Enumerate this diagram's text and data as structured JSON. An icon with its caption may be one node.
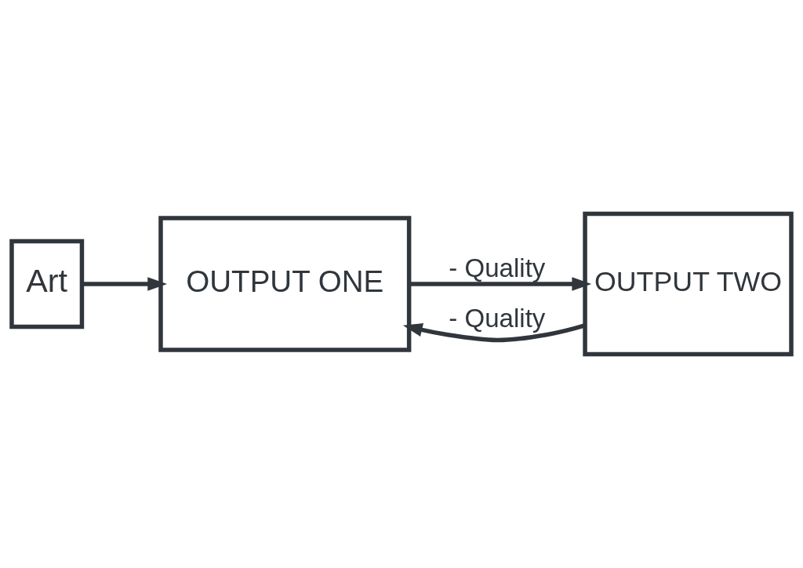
{
  "diagram": {
    "nodes": [
      {
        "text": [
          "Art"
        ]
      },
      {
        "text": [
          "OUTPUT ONE"
        ]
      },
      {
        "text": [
          "OUTPUT TWO"
        ]
      }
    ],
    "edges": [
      {
        "from": 0,
        "to": 1,
        "arrow": "to"
      },
      {
        "from": 1,
        "to": 2,
        "arrow": "to",
        "label": "- Quality"
      },
      {
        "from": 2,
        "to": 1,
        "arrow": "to",
        "label": "- Quality"
      }
    ]
  }
}
